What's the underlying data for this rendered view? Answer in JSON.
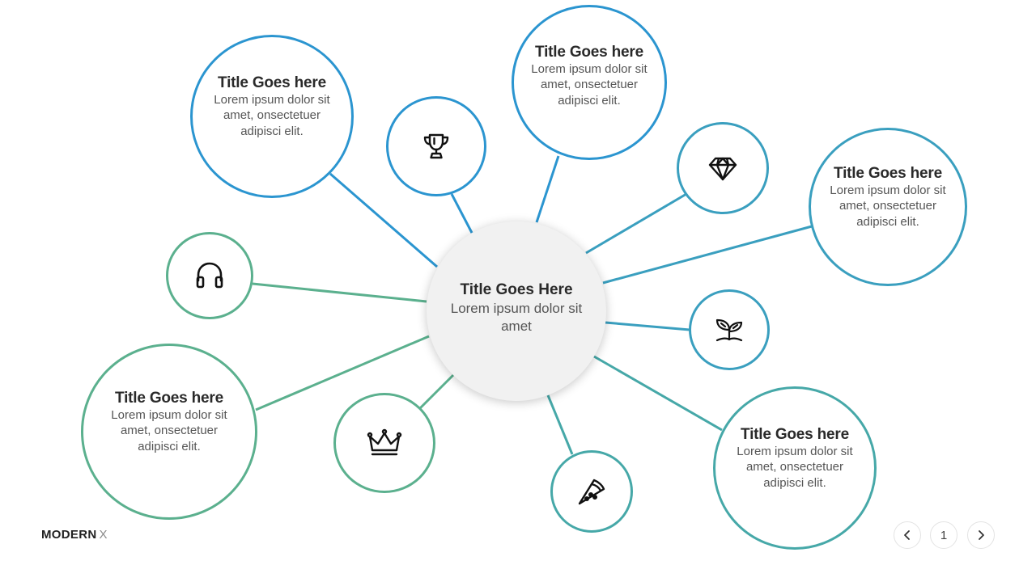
{
  "diagram": {
    "center": {
      "title": "Title Goes Here",
      "body": "Lorem ipsum dolor sit amet"
    },
    "text_nodes": [
      {
        "title": "Title Goes here",
        "body": "Lorem ipsum dolor sit amet, onsectetuer adipisci elit.",
        "color": "#2b95d0"
      },
      {
        "title": "Title Goes here",
        "body": "Lorem ipsum dolor sit amet, onsectetuer adipisci elit.",
        "color": "#2b95d0"
      },
      {
        "title": "Title Goes here",
        "body": "Lorem ipsum dolor sit amet, onsectetuer adipisci elit.",
        "color": "#3a9fbf"
      },
      {
        "title": "Title Goes here",
        "body": "Lorem ipsum dolor sit amet, onsectetuer adipisci elit.",
        "color": "#46a8a8"
      },
      {
        "title": "Title Goes here",
        "body": "Lorem ipsum dolor sit amet, onsectetuer adipisci elit.",
        "color": "#5bb08e"
      }
    ],
    "icon_nodes": [
      {
        "icon": "trophy-icon",
        "color": "#2b95d0"
      },
      {
        "icon": "diamond-icon",
        "color": "#3a9fbf"
      },
      {
        "icon": "sprout-icon",
        "color": "#3a9fbf"
      },
      {
        "icon": "pizza-slice-icon",
        "color": "#46a8a8"
      },
      {
        "icon": "crown-icon",
        "color": "#5bb08e"
      },
      {
        "icon": "headphones-icon",
        "color": "#5bb08e"
      }
    ]
  },
  "footer": {
    "brand_bold": "MODERN",
    "brand_light": "X",
    "page_number": "1",
    "prev_icon": "chevron-left-icon",
    "next_icon": "chevron-right-icon"
  }
}
